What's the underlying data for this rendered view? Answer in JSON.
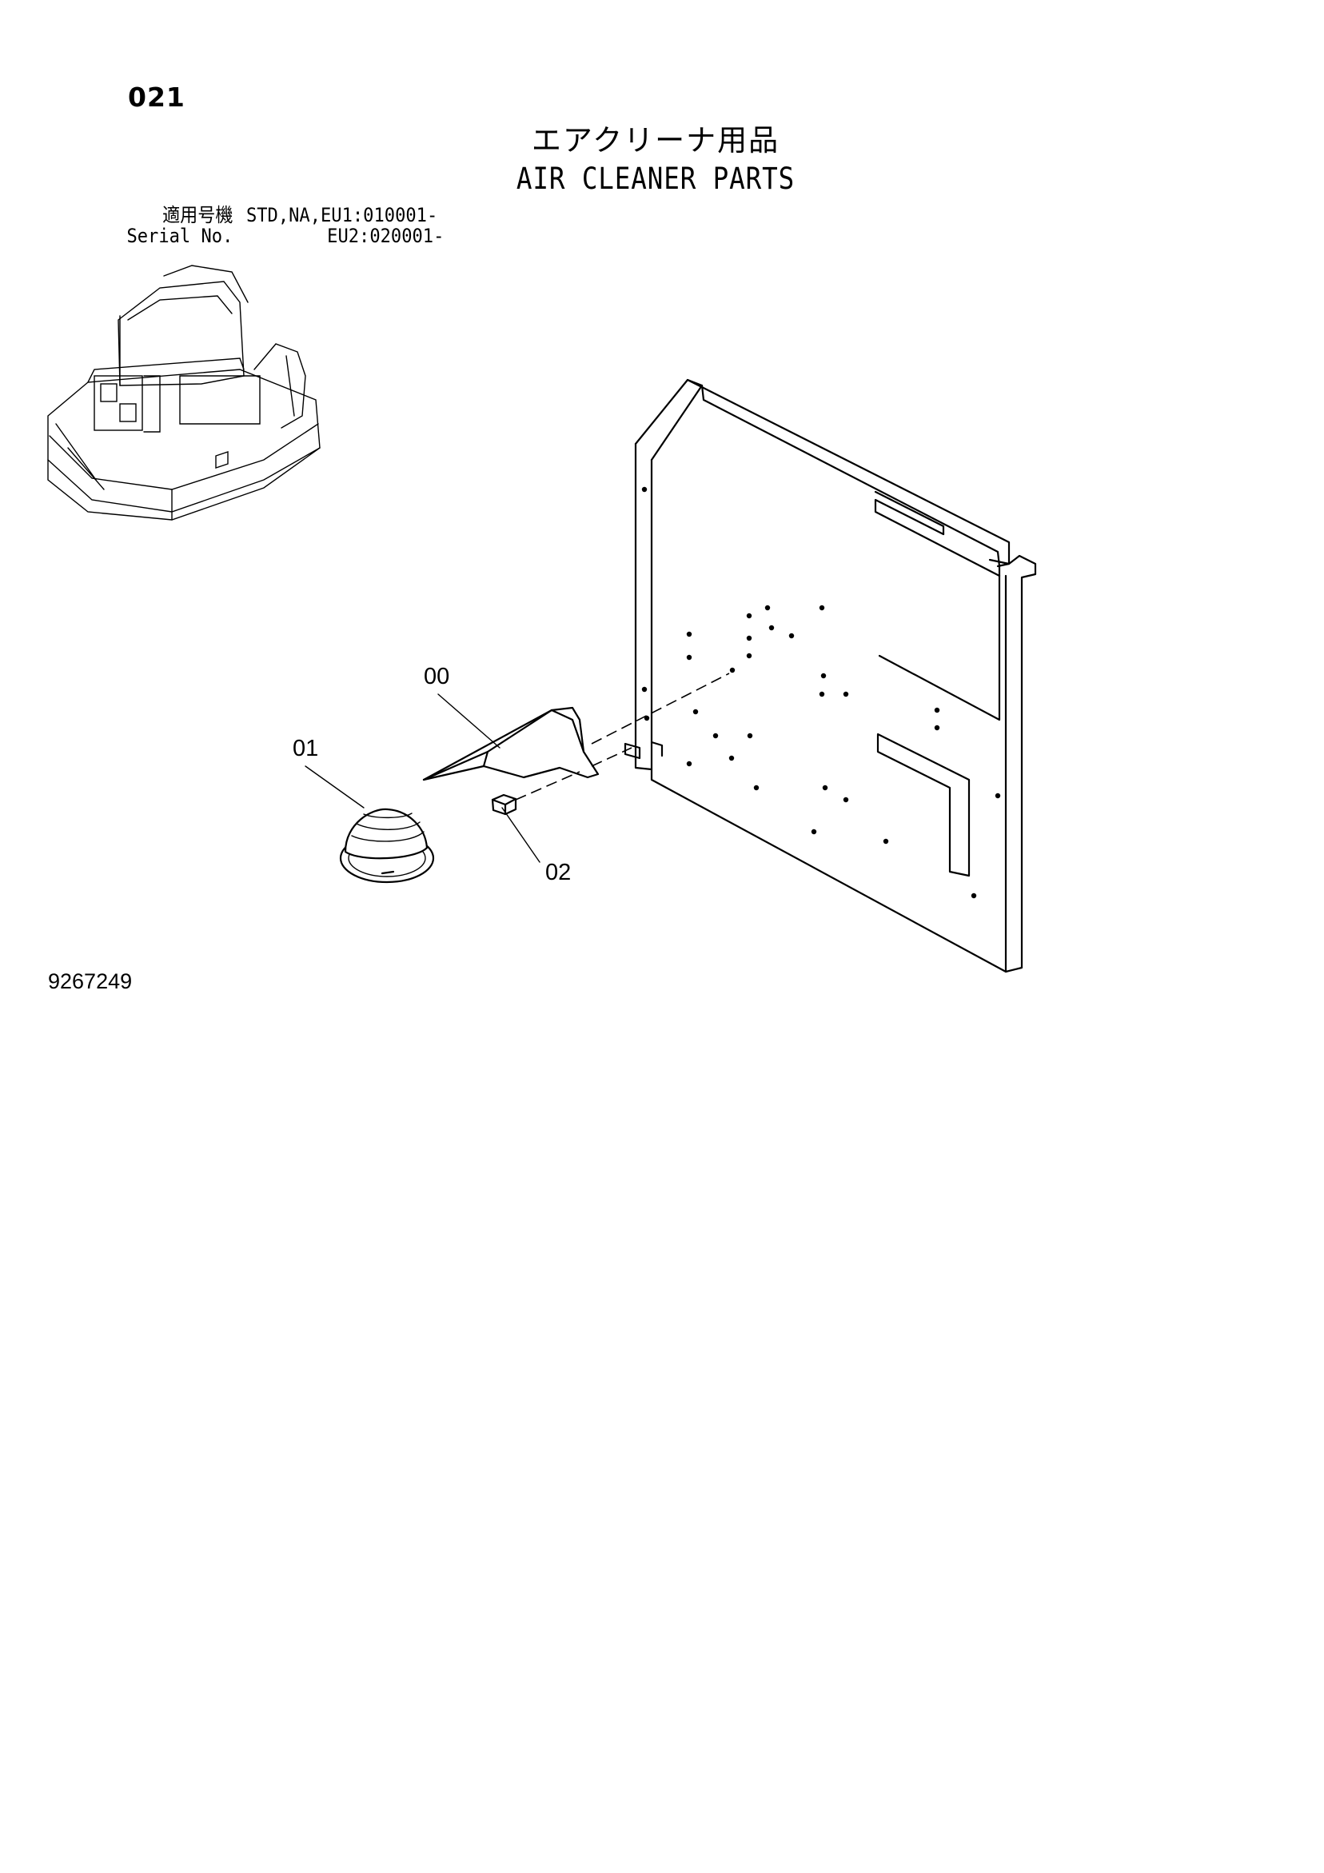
{
  "header": {
    "page_number": "021",
    "title_ja": "エアクリーナ用品",
    "title_en": "AIR CLEANER PARTS"
  },
  "serial": {
    "label_ja": "適用号機",
    "label_en": "Serial No.",
    "value_1": "STD,NA,EU1:010001-",
    "value_2": "EU2:020001-"
  },
  "callouts": {
    "c00": "00",
    "c01": "01",
    "c02": "02"
  },
  "footer": {
    "drawing_code": "9267249"
  }
}
